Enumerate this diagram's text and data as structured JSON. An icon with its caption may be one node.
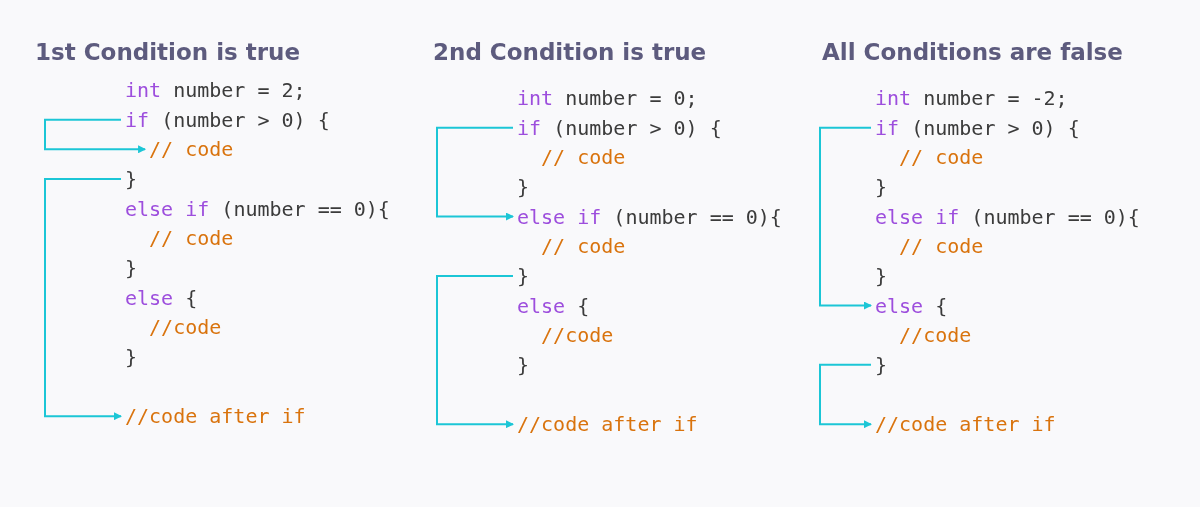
{
  "diagram": {
    "nodes": [
      {
        "text": [
          "1st Condition is true"
        ]
      },
      {
        "text": [
          "int number = 2;"
        ],
        "in": 0
      },
      {
        "text": [
          "if (number > 0) {"
        ],
        "in": 0
      },
      {
        "text": [
          "// code"
        ],
        "in": 0
      },
      {
        "text": [
          "}"
        ],
        "in": 0
      },
      {
        "text": [
          "else if (number == 0){"
        ],
        "in": 0
      },
      {
        "text": [
          "// code"
        ],
        "in": 0
      },
      {
        "text": [
          "}"
        ],
        "in": 0
      },
      {
        "text": [
          "else {"
        ],
        "in": 0
      },
      {
        "text": [
          "//code"
        ],
        "in": 0
      },
      {
        "text": [
          "}"
        ],
        "in": 0
      },
      {
        "text": [
          "//code after if"
        ],
        "in": 0
      },
      {
        "text": [
          "2nd Condition is true"
        ]
      },
      {
        "text": [
          "int number = 0;"
        ],
        "in": 12
      },
      {
        "text": [
          "if (number > 0) {"
        ],
        "in": 12
      },
      {
        "text": [
          "// code"
        ],
        "in": 12
      },
      {
        "text": [
          "}"
        ],
        "in": 12
      },
      {
        "text": [
          "else if (number == 0){"
        ],
        "in": 12
      },
      {
        "text": [
          "// code"
        ],
        "in": 12
      },
      {
        "text": [
          "}"
        ],
        "in": 12
      },
      {
        "text": [
          "else {"
        ],
        "in": 12
      },
      {
        "text": [
          "//code"
        ],
        "in": 12
      },
      {
        "text": [
          "}"
        ],
        "in": 12
      },
      {
        "text": [
          "//code after if"
        ],
        "in": 12
      },
      {
        "text": [
          "All Conditions are false"
        ]
      },
      {
        "text": [
          "int number = -2;"
        ],
        "in": 24
      },
      {
        "text": [
          "if (number > 0) {"
        ],
        "in": 24
      },
      {
        "text": [
          "// code"
        ],
        "in": 24
      },
      {
        "text": [
          "}"
        ],
        "in": 24
      },
      {
        "text": [
          "else if (number == 0){"
        ],
        "in": 24
      },
      {
        "text": [
          "// code"
        ],
        "in": 24
      },
      {
        "text": [
          "}"
        ],
        "in": 24
      },
      {
        "text": [
          "else {"
        ],
        "in": 24
      },
      {
        "text": [
          "//code"
        ],
        "in": 24
      },
      {
        "text": [
          "}"
        ],
        "in": 24
      },
      {
        "text": [
          "//code after if"
        ],
        "in": 24
      }
    ],
    "edges": [
      {
        "from": 2,
        "to": 3,
        "arrow": "to"
      },
      {
        "from": 4,
        "to": 11,
        "arrow": "to"
      },
      {
        "from": 14,
        "to": 17,
        "arrow": "to"
      },
      {
        "from": 19,
        "to": 23,
        "arrow": "to"
      },
      {
        "from": 26,
        "to": 32,
        "arrow": "to"
      },
      {
        "from": 34,
        "to": 35,
        "arrow": "to"
      }
    ]
  }
}
